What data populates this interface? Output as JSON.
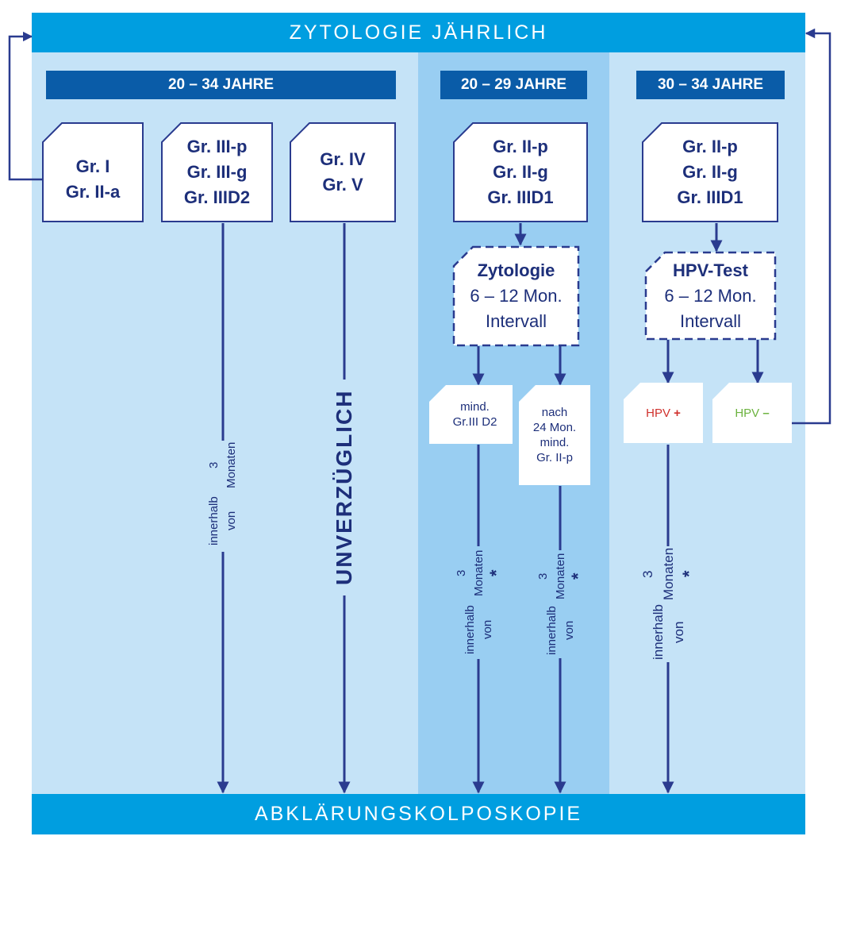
{
  "header": {
    "title": "ZYTOLOGIE JÄHRLICH"
  },
  "footer": {
    "title": "ABKLÄRUNGSKOLPOSKOPIE"
  },
  "age_groups": {
    "a": "20 – 34 JAHRE",
    "b": "20 – 29 JAHRE",
    "c": "30 – 34 JAHRE"
  },
  "boxes": {
    "gr1": {
      "l1": "Gr. I",
      "l2": "Gr. II-a"
    },
    "gr3": {
      "l1": "Gr. III-p",
      "l2": "Gr. III-g",
      "l3": "Gr. IIID2"
    },
    "gr4": {
      "l1": "Gr. IV",
      "l2": "Gr. V"
    },
    "gr2b": {
      "l1": "Gr. II-p",
      "l2": "Gr. II-g",
      "l3": "Gr. IIID1"
    },
    "gr2c": {
      "l1": "Gr. II-p",
      "l2": "Gr. II-g",
      "l3": "Gr. IIID1"
    },
    "zyto": {
      "l1": "Zytologie",
      "l2": "6 – 12 Mon.",
      "l3": "Intervall"
    },
    "hpvtest": {
      "l1": "HPV-Test",
      "l2": "6 – 12 Mon.",
      "l3": "Intervall"
    },
    "mind": {
      "l1": "mind.",
      "l2": "Gr.III D2"
    },
    "nach": {
      "l1": "nach",
      "l2": "24 Mon.",
      "l3": "mind.",
      "l4": "Gr. II-p"
    },
    "hpvpos": {
      "label": "HPV",
      "sign": "+"
    },
    "hpvneg": {
      "label": "HPV",
      "sign": "–"
    }
  },
  "arrow_labels": {
    "within1": {
      "l1": "innerhalb von",
      "l2": "3 Monaten"
    },
    "immediate": "UNVERZÜGLICH",
    "within2": {
      "l1": "innerhalb von",
      "l2": "3 Monaten",
      "star": "*"
    },
    "within3": {
      "l1": "innerhalb von",
      "l2": "3 Monaten",
      "star": "*"
    },
    "within4": {
      "l1": "innerhalb von",
      "l2": "3 Monaten",
      "star": "*"
    }
  },
  "colors": {
    "bar": "#009ee0",
    "age_bar": "#0a5ca8",
    "panel_light": "#c5e3f7",
    "panel_mid": "#99cef2",
    "ink": "#1d2f7a",
    "hpv_pos": "#d0312d",
    "hpv_neg": "#6cb33f"
  }
}
